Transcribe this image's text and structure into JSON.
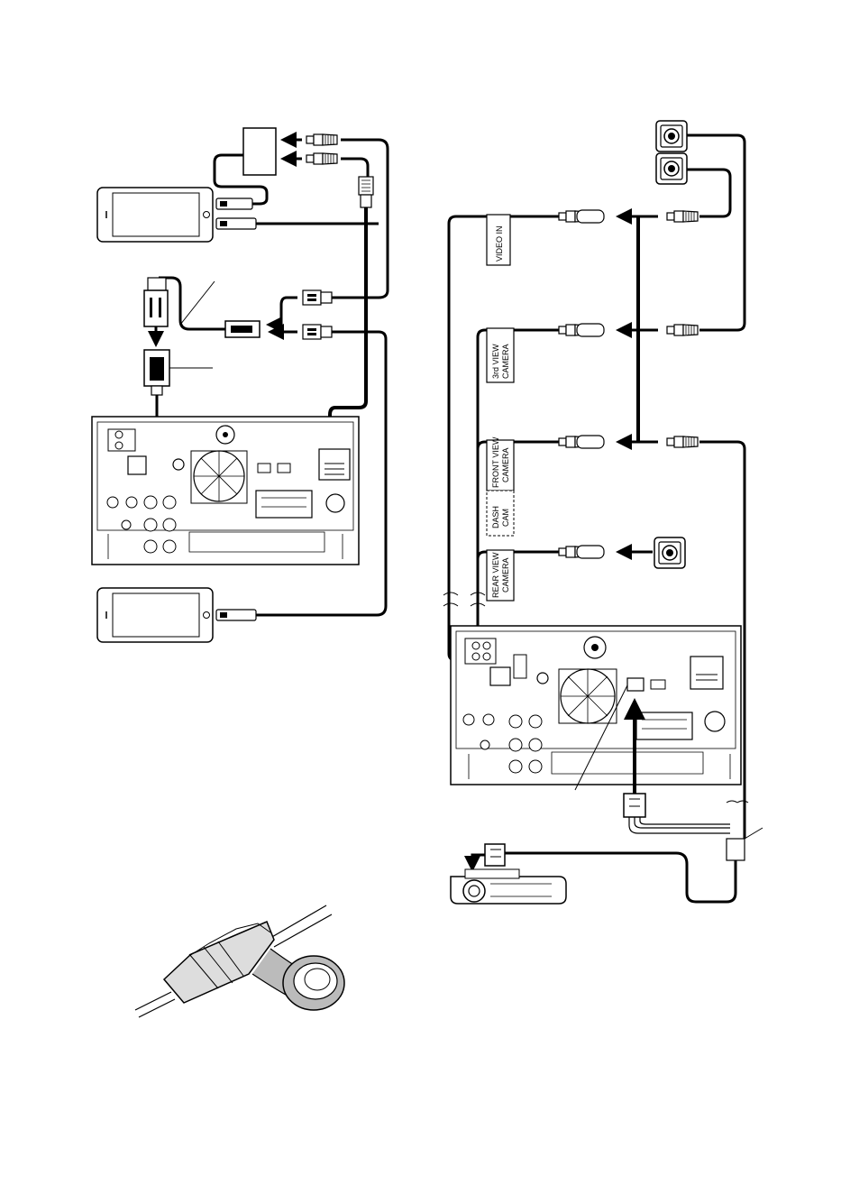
{
  "labels": {
    "video_in": "VIDEO IN",
    "third_view_camera_line1": "3rd VIEW",
    "third_view_camera_line2": "CAMERA",
    "front_view_camera_line1": "FRONT VIEW",
    "front_view_camera_line2": "CAMERA",
    "dash_cam_line1": "DASH",
    "dash_cam_line2": "CAM",
    "rear_view_camera_line1": "REAR VIEW",
    "rear_view_camera_line2": "CAMERA"
  },
  "colors": {
    "line": "#000000",
    "background": "#ffffff",
    "cable_fill": "#ffffff"
  }
}
